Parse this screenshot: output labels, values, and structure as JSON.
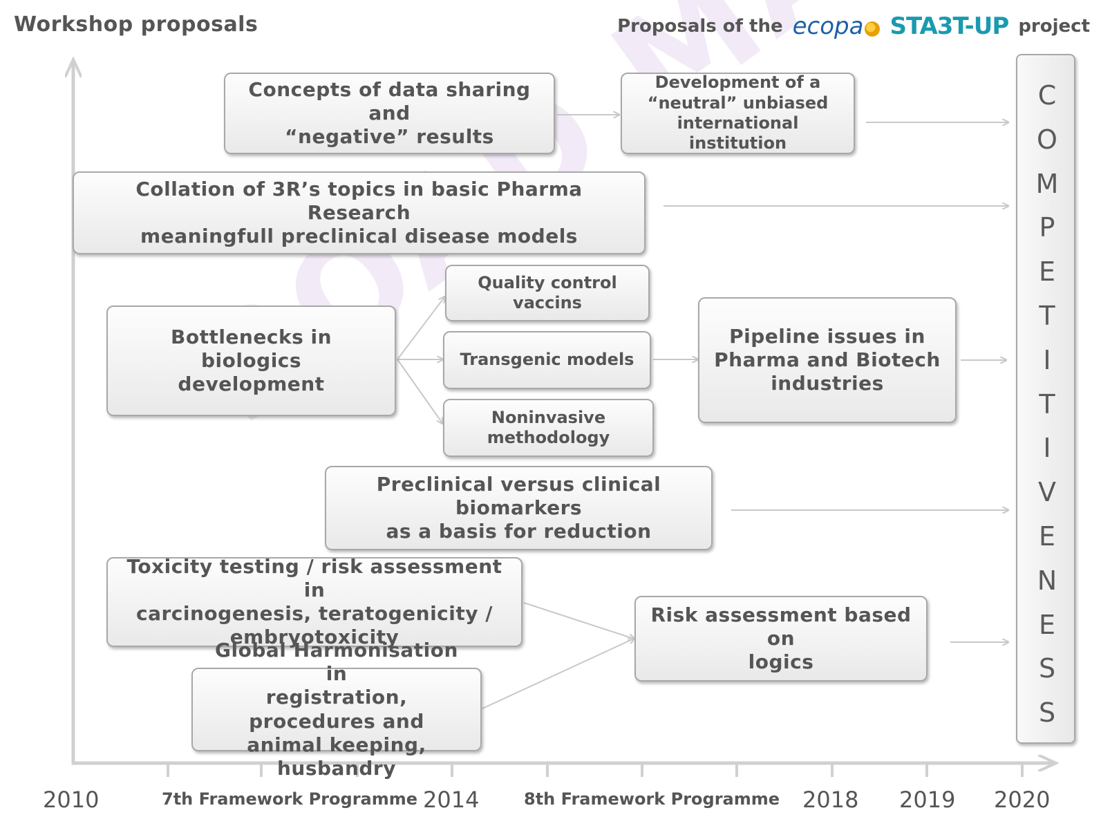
{
  "header": {
    "title": "Workshop proposals",
    "right_prefix": "Proposals of the",
    "logo_ecopa": "ecopa",
    "logo_startup": "STA3T-UP",
    "right_suffix": "project"
  },
  "watermark": "ROAD MAP",
  "boxes": {
    "data_sharing": "Concepts of data sharing and\n“negative” results",
    "institution": "Development of a\n“neutral” unbiased\ninternational institution",
    "collation": "Collation of 3R’s topics in basic Pharma Research\nmeaningfull preclinical disease models",
    "bottlenecks": "Bottlenecks in biologics\ndevelopment",
    "quality_control": "Quality control\nvaccins",
    "transgenic": "Transgenic models",
    "noninvasive": "Noninvasive\nmethodology",
    "pipeline": "Pipeline issues in\nPharma and Biotech\nindustries",
    "biomarkers": "Preclinical versus clinical biomarkers\nas a basis for reduction",
    "toxicity": "Toxicity testing / risk assessment in\ncarcinogenesis, teratogenicity /\nembryotoxicity",
    "harmonisation": "Global Harmonisation in\nregistration, procedures and\nanimal keeping, husbandry",
    "risk_logics": "Risk assessment based on\nlogics"
  },
  "competitiveness_letters": [
    "C",
    "O",
    "M",
    "P",
    "E",
    "T",
    "I",
    "T",
    "I",
    "V",
    "E",
    "N",
    "E",
    "S",
    "S"
  ],
  "timeline": {
    "y2010": "2010",
    "fp7": "7th Framework Programme",
    "y2014": "2014",
    "fp8": "8th Framework Programme",
    "y2018": "2018",
    "y2019": "2019",
    "y2020": "2020"
  },
  "colors": {
    "line": "#c8c8c8",
    "axis": "#d0d0d0",
    "watermark": "#c8a0dc",
    "ecopa_blue": "#1d5fa8",
    "startup_teal": "#1a9ab0"
  }
}
